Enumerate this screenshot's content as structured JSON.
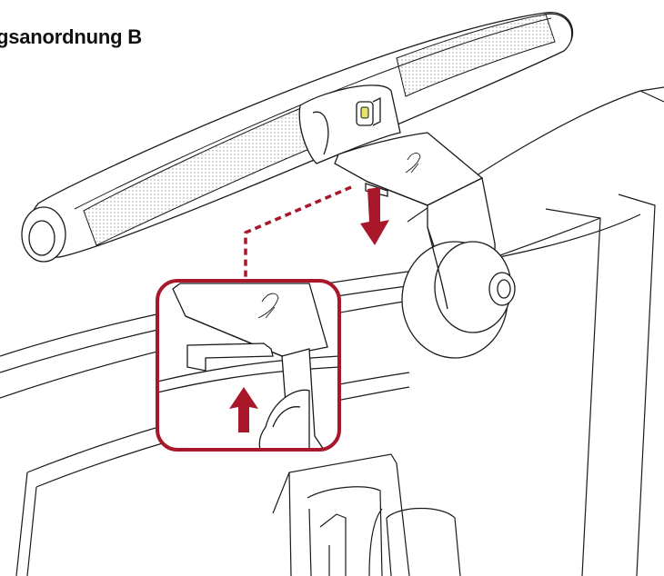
{
  "title": "gsanordnung B",
  "colors": {
    "line": "#1a1a1a",
    "accent": "#a8182a",
    "background": "#ffffff"
  },
  "figure": {
    "components": [
      "light-bar",
      "clip-mount",
      "monitor",
      "detail-zoom-callout"
    ],
    "arrows": [
      "arrow-down-install",
      "arrow-up-install"
    ]
  }
}
